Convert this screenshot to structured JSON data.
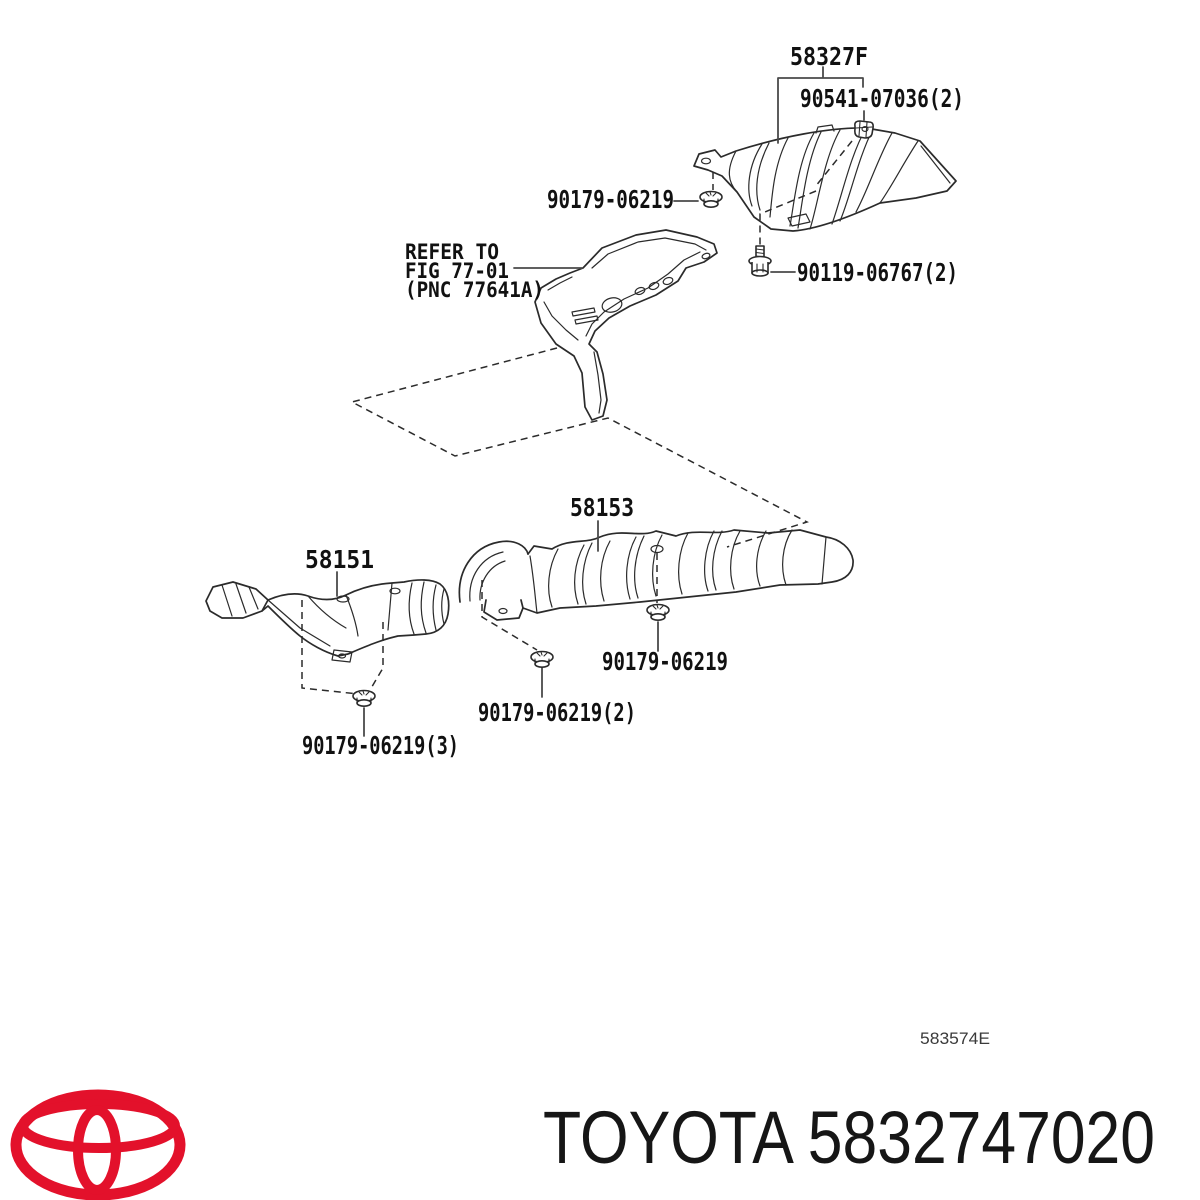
{
  "figure": {
    "figure_code": "583574E",
    "description": "Toyota exhaust floor panel heat insulator parts diagram"
  },
  "callouts": {
    "shield_upper": "58327F",
    "clip_upper": "90541-07036(2)",
    "nut_upper": "90179-06219",
    "refer_note": {
      "line1": "REFER TO",
      "line2": "FIG 77-01",
      "line3": "(PNC 77641A)"
    },
    "bolt": "90119-06767(2)",
    "shield_center": "58153",
    "shield_front": "58151",
    "nut_center_rear": "90179-06219",
    "nut_center_front": "90179-06219(2)",
    "nut_front": "90179-06219(3)"
  },
  "footer": {
    "brand": "TOYOTA",
    "part_number": "5832747020",
    "full_text": "TOYOTA 5832747020"
  },
  "icons": {
    "toyota-logo": "three interlocking red ellipses",
    "push-nut-icon": "mushroom push nut fastener",
    "bolt-icon": "flanged hex bolt with threads",
    "clip-icon": "spring nut clip"
  },
  "colors": {
    "background": "#ffffff",
    "line_art": "#2b2b2b",
    "callout_text": "#111111",
    "logo_red": "#e3112b",
    "footer_text": "#161616"
  }
}
